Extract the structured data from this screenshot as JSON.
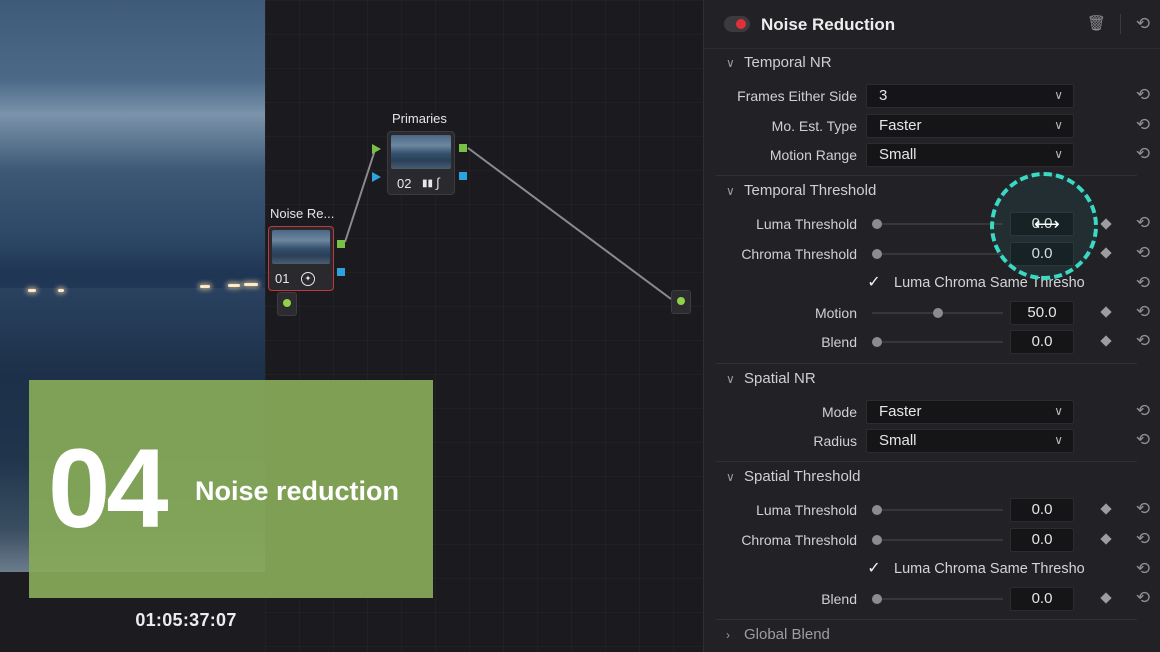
{
  "viewer": {
    "timecode": "01:05:37:07"
  },
  "nodes": [
    {
      "label": "Noise Re...",
      "number": "01",
      "icon": "noise-reduction-fx-icon"
    },
    {
      "label": "Primaries",
      "number": "02",
      "icons": [
        "bar-graph-icon",
        "curve-icon"
      ]
    }
  ],
  "overlay": {
    "number": "04",
    "title": "Noise reduction",
    "color": "#86aa58"
  },
  "panel": {
    "title": "Noise Reduction",
    "enabled_color": "#e0303a",
    "sections": {
      "temporal_nr": {
        "title": "Temporal NR",
        "frames_either_side": {
          "label": "Frames Either Side",
          "value": "3"
        },
        "mo_est_type": {
          "label": "Mo. Est. Type",
          "value": "Faster"
        },
        "motion_range": {
          "label": "Motion Range",
          "value": "Small"
        }
      },
      "temporal_threshold": {
        "title": "Temporal Threshold",
        "luma_threshold": {
          "label": "Luma Threshold",
          "value": "0.0"
        },
        "chroma_threshold": {
          "label": "Chroma Threshold",
          "value": "0.0"
        },
        "luma_chroma_same": {
          "label": "Luma Chroma Same Thresho",
          "checked": true
        },
        "motion": {
          "label": "Motion",
          "value": "50.0",
          "level": 0.5
        },
        "blend": {
          "label": "Blend",
          "value": "0.0"
        }
      },
      "spatial_nr": {
        "title": "Spatial NR",
        "mode": {
          "label": "Mode",
          "value": "Faster"
        },
        "radius": {
          "label": "Radius",
          "value": "Small"
        }
      },
      "spatial_threshold": {
        "title": "Spatial Threshold",
        "luma_threshold": {
          "label": "Luma Threshold",
          "value": "0.0"
        },
        "chroma_threshold": {
          "label": "Chroma Threshold",
          "value": "0.0"
        },
        "luma_chroma_same": {
          "label": "Luma Chroma Same Thresho",
          "checked": true
        },
        "blend": {
          "label": "Blend",
          "value": "0.0"
        }
      },
      "global_blend": {
        "title": "Global Blend"
      }
    }
  },
  "glyphs": {
    "chevron_down": "∨",
    "chevron_right": "›",
    "check": "✓",
    "reset": "⟲",
    "trash": "🗑",
    "drag": "⟷"
  }
}
